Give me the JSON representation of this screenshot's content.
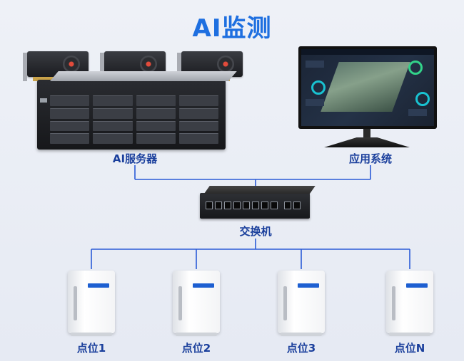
{
  "title": "AI监测",
  "nodes": {
    "server_label": "AI服务器",
    "app_label": "应用系统",
    "switch_label": "交换机",
    "points": [
      "点位1",
      "点位2",
      "点位3",
      "点位N"
    ]
  },
  "colors": {
    "title": "#1e6fe0",
    "label": "#1a3f9c",
    "connector": "#2a5bd7"
  }
}
